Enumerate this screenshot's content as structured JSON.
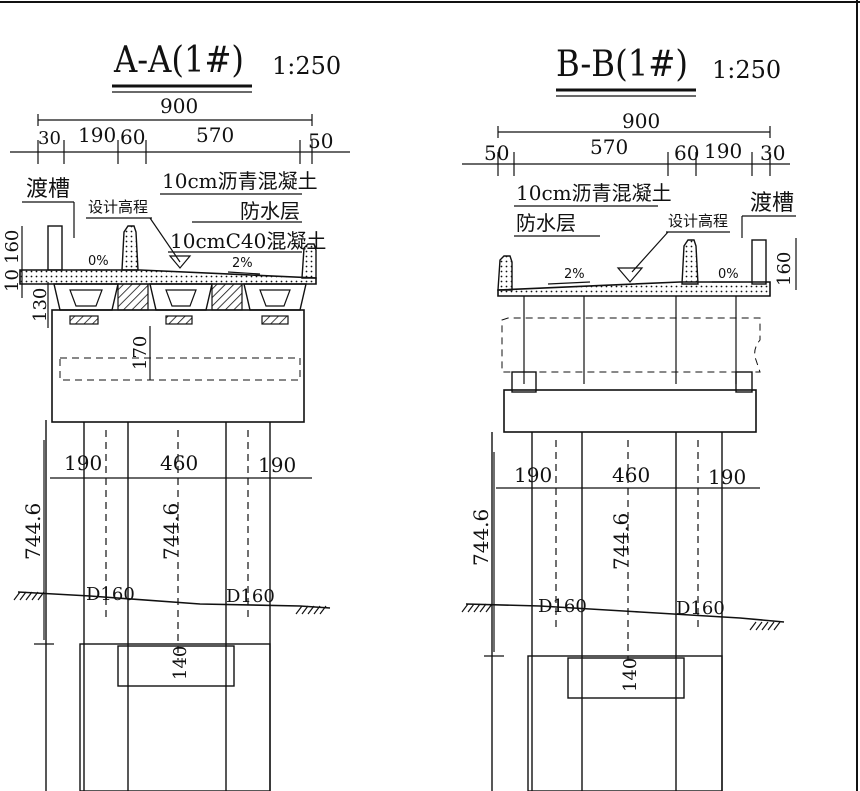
{
  "left_section": {
    "title": "A-A(1#)",
    "scale": "1:250",
    "dims_top": {
      "total": "900",
      "d1": "30",
      "d2": "190",
      "d3": "60",
      "d4": "570",
      "d5": "50"
    },
    "labels": {
      "flume": "渡槽",
      "asphalt": "10cm沥青混凝土",
      "waterproof": "防水层",
      "c40": "10cmC40混凝土",
      "design_elev": "设计高程"
    },
    "slopes": {
      "left": "0%",
      "right": "2%"
    },
    "side_dims": {
      "d160": "160",
      "d10": "10",
      "d130": "130",
      "d170": "170"
    },
    "pile_spacing": {
      "left": "190",
      "mid": "460",
      "right": "190"
    },
    "pile_length": {
      "outer": "744.6",
      "inner": "744.6"
    },
    "pile_diameter": {
      "left": "D160",
      "right": "D160"
    },
    "cap_dim": "140"
  },
  "right_section": {
    "title": "B-B(1#)",
    "scale": "1:250",
    "dims_top": {
      "total": "900",
      "d1": "50",
      "d2": "570",
      "d3": "60",
      "d4": "190",
      "d5": "30"
    },
    "labels": {
      "flume": "渡槽",
      "asphalt": "10cm沥青混凝土",
      "waterproof": "防水层",
      "design_elev": "设计高程"
    },
    "slopes": {
      "left": "2%",
      "right": "0%"
    },
    "side_dims": {
      "d160": "160"
    },
    "pile_spacing": {
      "left": "190",
      "mid": "460",
      "right": "190"
    },
    "pile_length": {
      "outer": "744.6",
      "inner": "744.6"
    },
    "pile_diameter": {
      "left": "D160",
      "right": "D160"
    },
    "cap_dim": "140"
  }
}
